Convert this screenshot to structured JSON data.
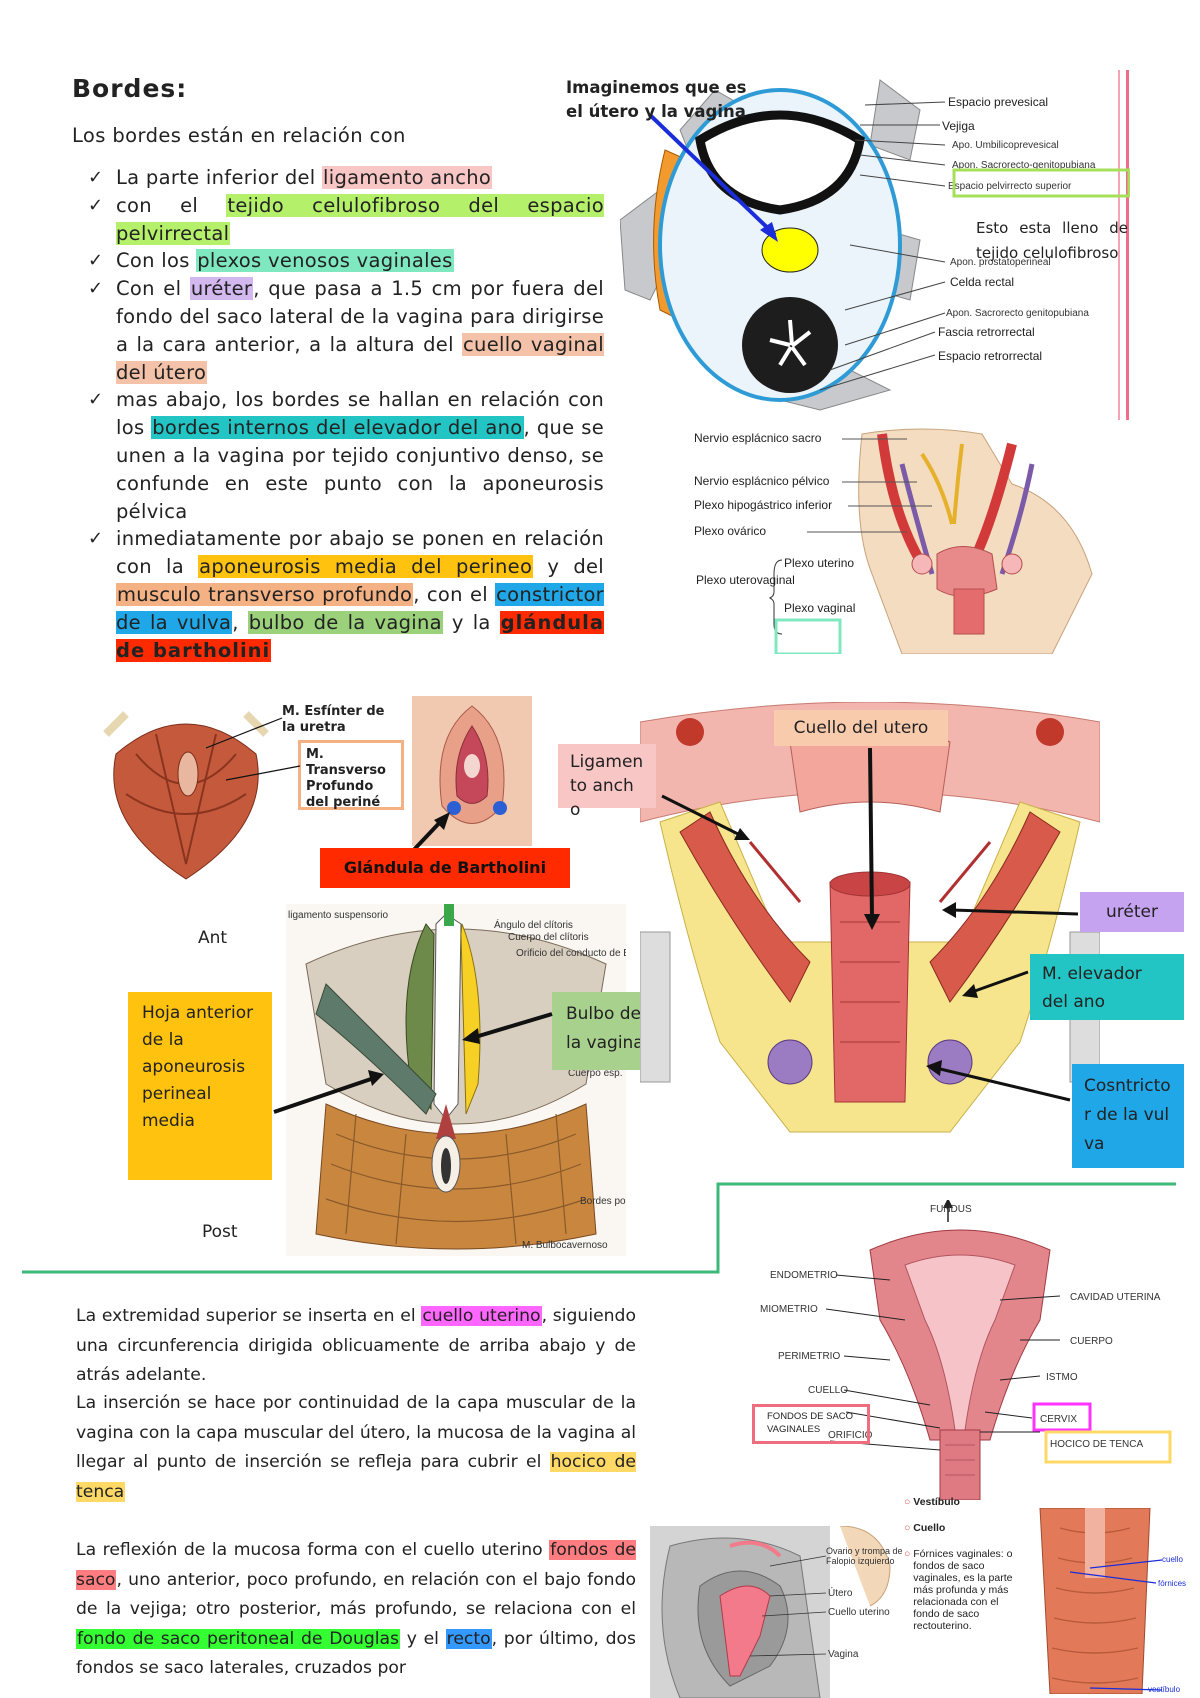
{
  "title": "Bordes:",
  "intro": "Los bordes están en relación con",
  "borders": [
    {
      "parts": [
        {
          "t": "La parte inferior del "
        },
        {
          "t": "ligamento ancho",
          "c": "#f9c6c6"
        }
      ]
    },
    {
      "parts": [
        {
          "t": "con el "
        },
        {
          "t": "tejido celulofibroso del espacio pelvirrectal",
          "c": "#b5f06a"
        }
      ]
    },
    {
      "parts": [
        {
          "t": "Con los "
        },
        {
          "t": "plexos venosos vaginales",
          "c": "#7fe8c0"
        }
      ]
    },
    {
      "parts": [
        {
          "t": "Con el "
        },
        {
          "t": "uréter",
          "c": "#d3b8f0"
        },
        {
          "t": ", que pasa a 1.5 cm por fuera del fondo del saco lateral de la vagina para dirigirse a la cara anterior, a la altura del "
        },
        {
          "t": "cuello vaginal del útero",
          "c": "#f3c2a8"
        }
      ]
    },
    {
      "parts": [
        {
          "t": "mas abajo, los bordes se hallan en relación con los "
        },
        {
          "t": "bordes internos del elevador del ano",
          "c": "#22c4c4"
        },
        {
          "t": ", que se unen a la vagina por tejido conjuntivo denso, se confunde en este punto con la aponeurosis pélvica"
        }
      ]
    },
    {
      "parts": [
        {
          "t": "inmediatamente por abajo se ponen en relación con la "
        },
        {
          "t": "aponeurosis media del perineo",
          "c": "#ffc20e"
        },
        {
          "t": " y del "
        },
        {
          "t": "musculo transverso profundo",
          "c": "#f4b183"
        },
        {
          "t": ", con el "
        },
        {
          "t": "constrictor de la vulva",
          "c": "#1fa7e8"
        },
        {
          "t": ", "
        },
        {
          "t": "bulbo de la vagina",
          "c": "#9bd17a"
        },
        {
          "t": " y la "
        },
        {
          "t": "glándula de bartholini",
          "c": "#ff2a00",
          "b": true
        }
      ]
    }
  ],
  "fig1": {
    "note": "Imaginemos que es el útero y la vagina",
    "labels": [
      "Espacio prevesical",
      "Vejiga",
      "Apo. Umbilicoprevesical",
      "Apon. Sacrorecto-genitopubiana",
      "Espacio pelvirrecto superior",
      "Apon. prostatoperineal",
      "Celda rectal",
      "Apon. Sacrorecto genitopubiana",
      "Fascia retrorrectal",
      "Espacio retrorrectal"
    ],
    "callout": "Esto esta lleno de tejido celulofibroso"
  },
  "fig2": {
    "labels": [
      "Nervio esplácnico sacro",
      "Nervio esplácnico pélvico",
      "Plexo hipogástrico inferior",
      "Plexo ovárico"
    ],
    "group": "Plexo uterovaginal",
    "group_items": [
      "Plexo uterino",
      "Plexo vaginal"
    ]
  },
  "fig3": {
    "esfinter": "M. Esfínter de la uretra",
    "transverso": "M. Transverso Profundo del periné",
    "bartholini": "Glándula de Bartholini",
    "ant": "Ant",
    "post": "Post",
    "hoja": "Hoja anterior de la aponeurosis perineal media",
    "bulbo": "Bulbo de la vagina",
    "book_labels": [
      "ligamento suspensorio",
      "Ángulo del clítoris",
      "Cuerpo del clítoris",
      "Orificio del conducto de Bartholin",
      "Cuerpo esp.",
      "Bordes post.",
      "M. Bulbocavernoso"
    ]
  },
  "fig4": {
    "cuello": "Cuello del utero",
    "ligamento": "Ligamento ancho",
    "ureter": "uréter",
    "elevador": "M. elevador del ano",
    "constrictor": "Cosntrictor de la vulva"
  },
  "para1": [
    {
      "t": "La extremidad superior se inserta en el "
    },
    {
      "t": "cuello uterino",
      "c": "#ff66ff"
    },
    {
      "t": ", siguiendo una circunferencia dirigida oblicuamente de arriba abajo y de atrás adelante."
    }
  ],
  "para2": [
    {
      "t": "La inserción se hace por continuidad de la capa muscular de la vagina con la capa muscular del útero, la mucosa de la vagina al llegar al punto de inserción se refleja para cubrir el "
    },
    {
      "t": "hocico de tenca",
      "c": "#ffd966"
    }
  ],
  "para3": [
    {
      "t": "La reflexión de la mucosa forma con el cuello uterino "
    },
    {
      "t": "fondos de saco",
      "c": "#ff7c80"
    },
    {
      "t": ", uno anterior, poco profundo, en relación con el bajo fondo de la vejiga; otro posterior, más profundo, se relaciona con el "
    },
    {
      "t": "fondo de saco peritoneal de Douglas",
      "c": "#33ff33"
    },
    {
      "t": " y el "
    },
    {
      "t": "recto",
      "c": "#3399ff"
    },
    {
      "t": ", por último, dos fondos se saco laterales, cruzados por"
    }
  ],
  "fig5": {
    "labels": [
      "FUNDUS",
      "ENDOMETRIO",
      "MIOMETRIO",
      "PERIMETRIO",
      "CUELLO",
      "FONDOS DE SACO VAGINALES",
      "ORIFICIO",
      "CAVIDAD UTERINA",
      "CUERPO",
      "ISTMO",
      "CERVIX",
      "HOCICO DE TENCA"
    ]
  },
  "fig6": {
    "labels": [
      "Ovario y trompa de Falopio izquierdo",
      "Útero",
      "Cuello uterino",
      "Vagina"
    ],
    "bullets": [
      "Vestíbulo",
      "Cuello",
      "Fórnices vaginales: o fondos de saco vaginales, es la parte más profunda y más relacionada con el fondo de saco rectouterino."
    ],
    "side_labels": [
      "cuello",
      "fórnices",
      "vestíbulo"
    ]
  },
  "colors": {
    "orange": "#ff8c1a",
    "teal": "#22c4c4",
    "yellow": "#ffc20e",
    "green_line": "#3cb878"
  }
}
